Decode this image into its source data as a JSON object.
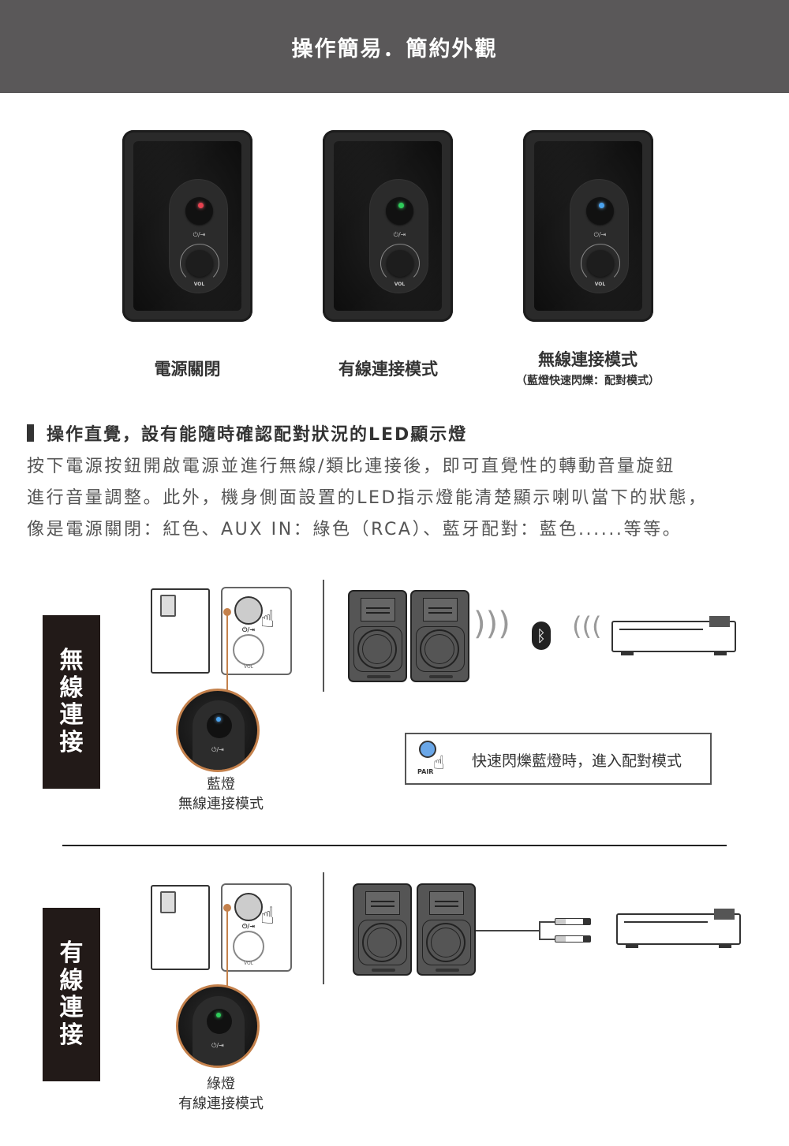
{
  "header": {
    "title": "操作簡易．簡約外觀"
  },
  "panels": [
    {
      "state": "power-off",
      "led_color": "#e8414f",
      "symbol": "⏻/⇥",
      "vol_label": "VOL",
      "caption": "電源關閉"
    },
    {
      "state": "wired",
      "led_color": "#2ecc5a",
      "symbol": "⏻/⇥",
      "vol_label": "VOL",
      "caption": "有線連接模式"
    },
    {
      "state": "wireless",
      "led_color": "#4aa3ef",
      "symbol": "⏻/⇥",
      "vol_label": "VOL",
      "caption": "無線連接模式",
      "sub_caption": "（藍燈快速閃爍：配對模式）"
    }
  ],
  "feature": {
    "title": "操作直覺，設有能隨時確認配對狀況的LED顯示燈",
    "lines": [
      "按下電源按鈕開啟電源並進行無線/類比連接後，即可直覺性的轉動音量旋鈕",
      "進行音量調整。此外，機身側面設置的LED指示燈能清楚顯示喇叭當下的狀態，",
      "像是電源關閉：紅色、AUX IN：綠色（RCA）、藍牙配對：藍色......等等。"
    ]
  },
  "wireless": {
    "side_label": [
      "無",
      "線",
      "連",
      "接"
    ],
    "zoom_symbol": "⏻/⇥",
    "vol_label": "VOL",
    "led_color": "#4aa3ef",
    "caption_line1": "藍燈",
    "caption_line2": "無線連接模式",
    "bluetooth_icon": "bluetooth",
    "pair_label": "PAIR",
    "pair_text": "快速閃爍藍燈時，進入配對模式"
  },
  "wired": {
    "side_label": [
      "有",
      "線",
      "連",
      "接"
    ],
    "zoom_symbol": "⏻/⇥",
    "vol_label": "VOL",
    "led_color": "#2ecc5a",
    "caption_line1": "綠燈",
    "caption_line2": "有線連接模式"
  },
  "colors": {
    "header_bg": "#5a5859",
    "accent_orange": "#c4814c",
    "label_bg": "#221a18"
  }
}
